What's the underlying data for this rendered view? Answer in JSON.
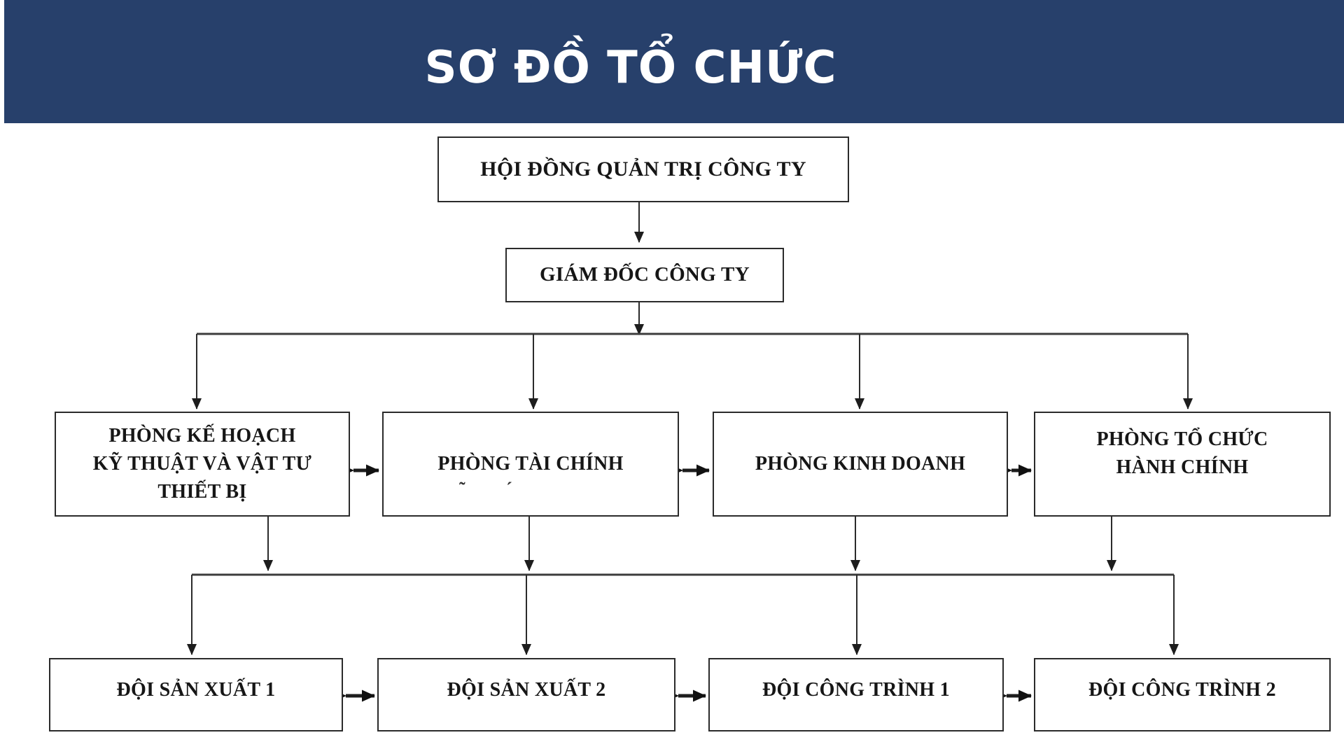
{
  "header": {
    "title": "SƠ ĐỒ TỔ CHỨC",
    "background_color": "#27406B",
    "text_color": "#FFFFFF"
  },
  "nodes": {
    "board": {
      "label": "HỘI ĐỒNG QUẢN TRỊ CÔNG TY",
      "level": 1
    },
    "director": {
      "label": "GIÁM ĐỐC CÔNG TY",
      "level": 2
    },
    "dept_planning": {
      "label": "PHÒNG KẾ HOẠCH KỸ THUẬT VÀ VẬT TƯ THIẾT BỊ",
      "level": 3
    },
    "dept_finance": {
      "label": "PHÒNG TÀI CHÍNH",
      "level": 3
    },
    "dept_business": {
      "label": "PHÒNG KINH DOANH",
      "level": 3
    },
    "dept_admin": {
      "label": "PHÒNG TỔ CHỨC HÀNH CHÍNH",
      "level": 3
    },
    "team_production1": {
      "label": "ĐỘI SẢN XUẤT 1",
      "level": 4
    },
    "team_production2": {
      "label": "ĐỘI SẢN XUẤT 2",
      "level": 4
    },
    "team_construction1": {
      "label": "ĐỘI CÔNG TRÌNH 1",
      "level": 4
    },
    "team_construction2": {
      "label": "ĐỘI CÔNG TRÌNH 2",
      "level": 4
    }
  },
  "edges": [
    {
      "from": "board",
      "to": "director",
      "type": "down-arrow"
    },
    {
      "from": "director",
      "to": "dept_planning",
      "type": "down-arrow"
    },
    {
      "from": "director",
      "to": "dept_finance",
      "type": "down-arrow"
    },
    {
      "from": "director",
      "to": "dept_business",
      "type": "down-arrow"
    },
    {
      "from": "director",
      "to": "dept_admin",
      "type": "down-arrow"
    },
    {
      "from": "dept_planning",
      "to": "dept_finance",
      "type": "double-arrow"
    },
    {
      "from": "dept_finance",
      "to": "dept_business",
      "type": "double-arrow"
    },
    {
      "from": "dept_business",
      "to": "dept_admin",
      "type": "double-arrow"
    },
    {
      "from": "dept_planning",
      "to": "teams-bus",
      "type": "down-arrow"
    },
    {
      "from": "dept_finance",
      "to": "teams-bus",
      "type": "down-arrow"
    },
    {
      "from": "dept_business",
      "to": "teams-bus",
      "type": "down-arrow"
    },
    {
      "from": "dept_admin",
      "to": "teams-bus",
      "type": "down-arrow"
    },
    {
      "from": "teams-bus",
      "to": "team_production1",
      "type": "down-arrow"
    },
    {
      "from": "teams-bus",
      "to": "team_production2",
      "type": "down-arrow"
    },
    {
      "from": "teams-bus",
      "to": "team_construction1",
      "type": "down-arrow"
    },
    {
      "from": "teams-bus",
      "to": "team_construction2",
      "type": "down-arrow"
    },
    {
      "from": "team_production1",
      "to": "team_production2",
      "type": "double-arrow"
    },
    {
      "from": "team_production2",
      "to": "team_construction1",
      "type": "double-arrow"
    },
    {
      "from": "team_construction1",
      "to": "team_construction2",
      "type": "double-arrow"
    }
  ],
  "artifact": {
    "text": "˜ ´"
  },
  "colors": {
    "line": "#2b2b2b",
    "box_border": "#2b2b2b",
    "box_text": "#161616",
    "background": "#FFFFFF"
  }
}
